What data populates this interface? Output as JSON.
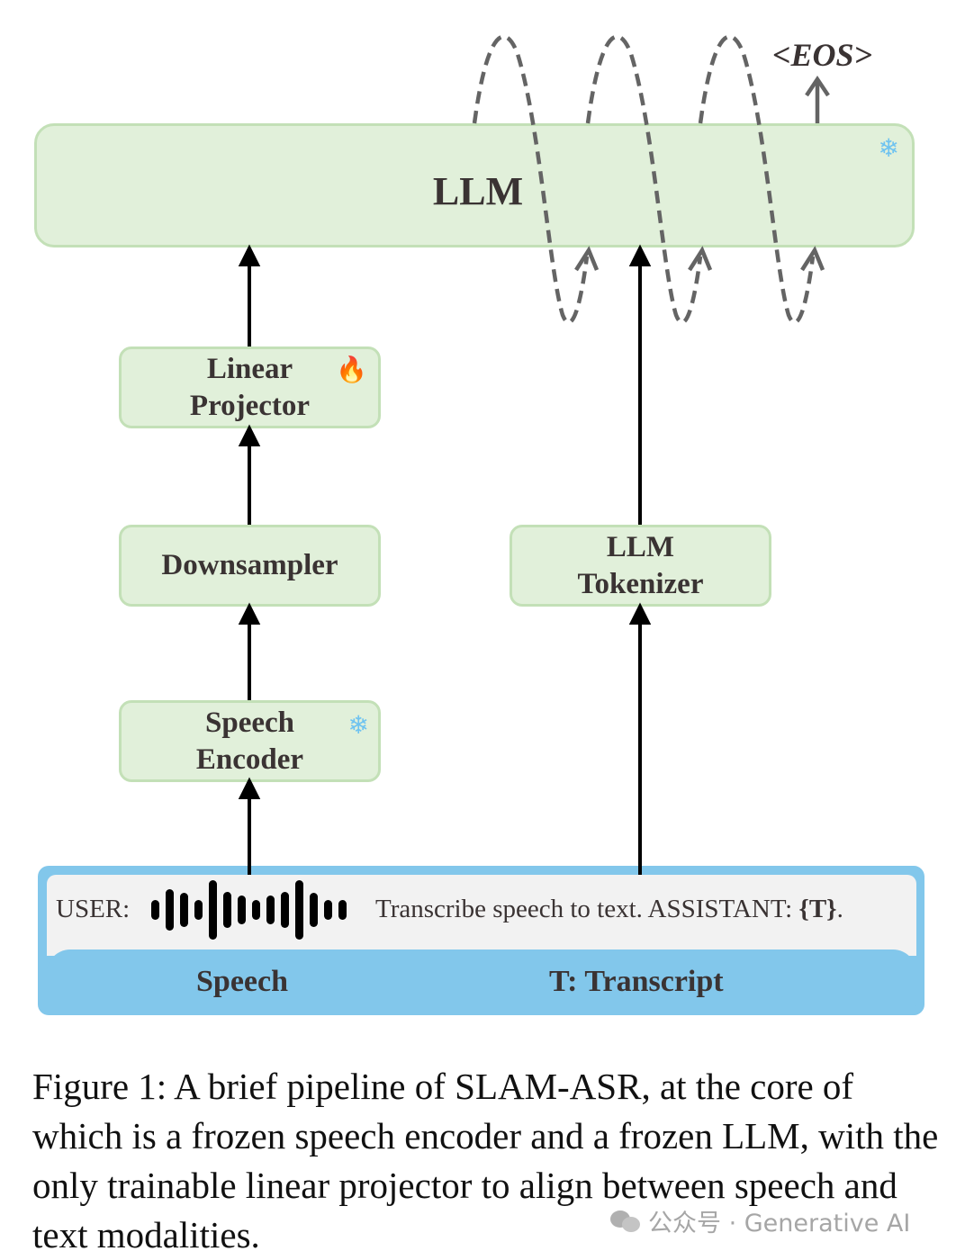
{
  "diagram": {
    "llm": {
      "label": "LLM",
      "status_icon": "snowflake-icon",
      "status": "frozen"
    },
    "linear_projector": {
      "line1": "Linear",
      "line2": "Projector",
      "status_icon": "fire-icon",
      "status": "trainable"
    },
    "downsampler": {
      "label": "Downsampler"
    },
    "speech_encoder": {
      "line1": "Speech",
      "line2": "Encoder",
      "status_icon": "snowflake-icon",
      "status": "frozen"
    },
    "llm_tokenizer": {
      "line1": "LLM",
      "line2": "Tokenizer"
    },
    "eos_label": "<EOS>",
    "prompt": {
      "user_prefix": "USER:",
      "instruction": "Transcribe speech to text. ASSISTANT: ",
      "placeholder": "{T}",
      "suffix": ".",
      "speech_label": "Speech",
      "transcript_label": "T: Transcript"
    },
    "waveform_bar_levels": [
      0.33,
      0.7,
      0.58,
      0.33,
      1.0,
      0.6,
      0.48,
      0.33,
      0.48,
      0.6,
      1.0,
      0.58,
      0.33,
      0.33
    ],
    "colors": {
      "block_fill": "#e1f0da",
      "block_border": "#c3e0b7",
      "prompt_blue": "#82c7eb",
      "prompt_gray": "#f2f2f2",
      "dashed_loop": "#646464"
    }
  },
  "caption": "Figure 1: A brief pipeline of SLAM-ASR, at the core of which is a frozen speech encoder and a frozen LLM, with the only trainable linear projector to align between speech and text modalities.",
  "watermark": {
    "text": "公众号 · Generative AI",
    "icon": "wechat-icon"
  }
}
